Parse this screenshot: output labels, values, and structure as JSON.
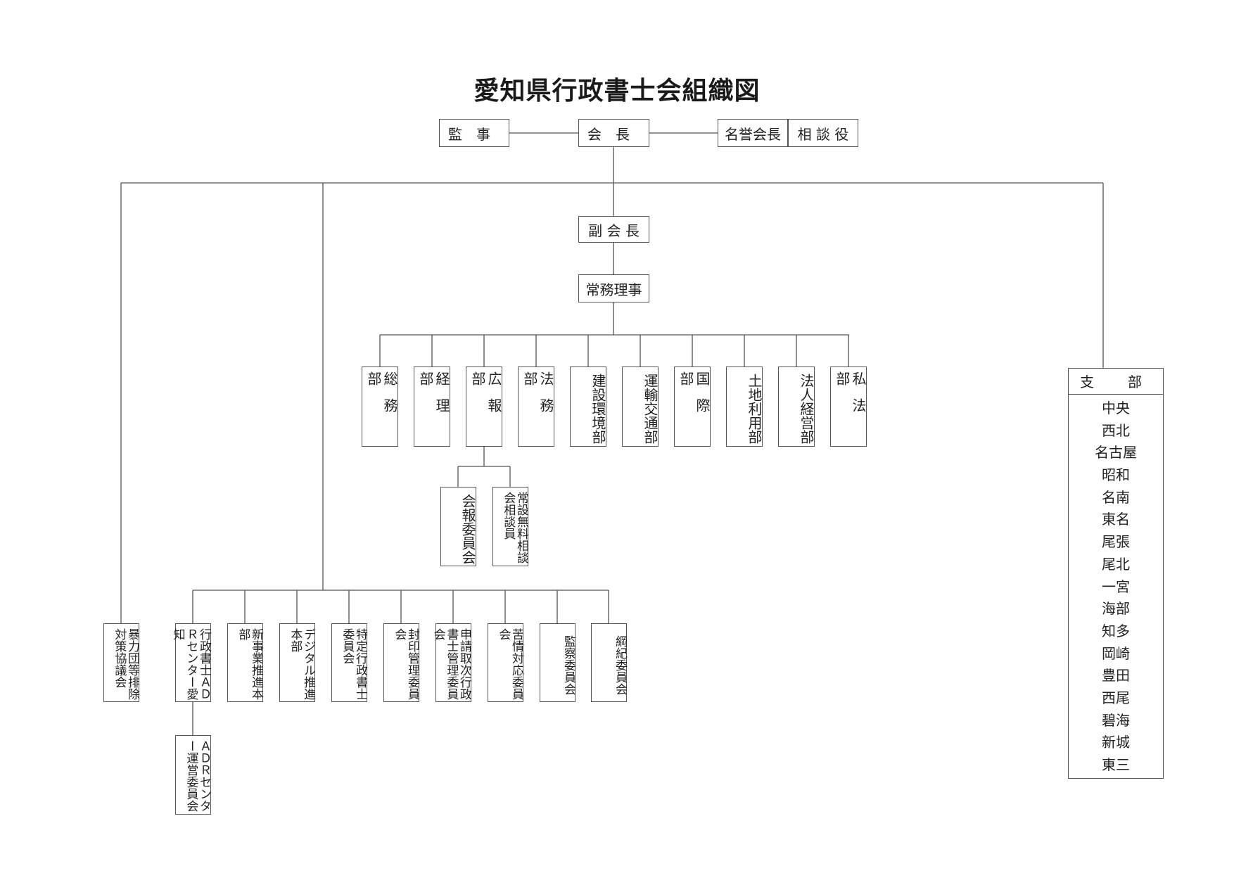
{
  "title": "愛知県行政書士会組織図",
  "top_row": {
    "auditor": "監　事",
    "president": "会　長",
    "honorary": "名誉会長",
    "advisor": "相 談 役"
  },
  "vice_president": "副 会 長",
  "executive_director": "常務理事",
  "departments": [
    "総務部",
    "経理部",
    "広報部",
    "法務部",
    "建設環境部",
    "運輸交通部",
    "国際部",
    "土地利用部",
    "法人経営部",
    "私法部"
  ],
  "pr_subunits": [
    "会報委員会",
    "常設無料相談会相談員"
  ],
  "committees": [
    "暴力団等排除対策協議会",
    "行政書士ＡＤＲセンター愛知",
    "新事業推進本部",
    "デジタル推進本部",
    "特定行政書士委員会",
    "封印管理委員会",
    "申請取次行政書士管理委員会",
    "苦情対応委員会",
    "監察委員会",
    "綱紀委員会"
  ],
  "adr_subunit": "ＡＤＲセンター運営委員会",
  "branches": {
    "label": "支　部",
    "items": [
      "中央",
      "西北",
      "名古屋",
      "昭和",
      "名南",
      "東名",
      "尾張",
      "尾北",
      "一宮",
      "海部",
      "知多",
      "岡崎",
      "豊田",
      "西尾",
      "碧海",
      "新城",
      "東三"
    ]
  }
}
